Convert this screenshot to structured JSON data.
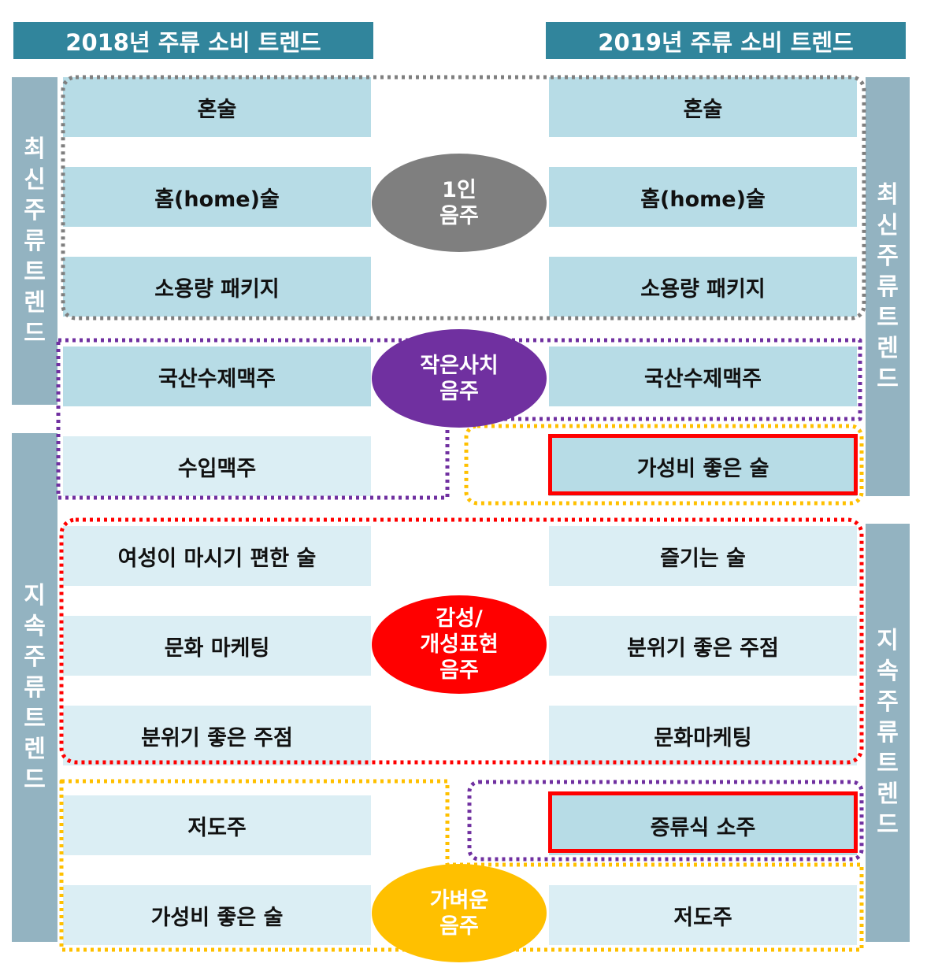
{
  "headers": {
    "left": "2018년 주류 소비 트렌드",
    "right": "2019년 주류 소비 트렌드"
  },
  "side_labels": {
    "latest": [
      "최",
      "신",
      "주",
      "류",
      "트",
      "렌",
      "드"
    ],
    "ongoing": [
      "지",
      "속",
      "주",
      "류",
      "트",
      "렌",
      "드"
    ]
  },
  "left_items": [
    "혼술",
    "홈(home)술",
    "소용량 패키지",
    "국산수제맥주",
    "수입맥주",
    "여성이 마시기 편한 술",
    "문화 마케팅",
    "분위기 좋은 주점",
    "저도주",
    "가성비 좋은 술"
  ],
  "right_items": [
    "혼술",
    "홈(home)술",
    "소용량 패키지",
    "국산수제맥주",
    "가성비 좋은 술",
    "즐기는 술",
    "분위기 좋은 주점",
    "문화마케팅",
    "증류식 소주",
    "저도주"
  ],
  "categories": [
    {
      "lines": [
        "1인",
        "음주"
      ],
      "color": "#7f7f7f"
    },
    {
      "lines": [
        "작은사치",
        "음주"
      ],
      "color": "#7030a0"
    },
    {
      "lines": [
        "감성/",
        "개성표현",
        "음주"
      ],
      "color": "#ff0000"
    },
    {
      "lines": [
        "가벼운",
        "음주"
      ],
      "color": "#ffc000"
    }
  ],
  "frame_colors": {
    "one_person": "#7f7f7f",
    "small_luxury": "#7030a0",
    "emotional": "#ff0000",
    "light": "#ffc000"
  }
}
